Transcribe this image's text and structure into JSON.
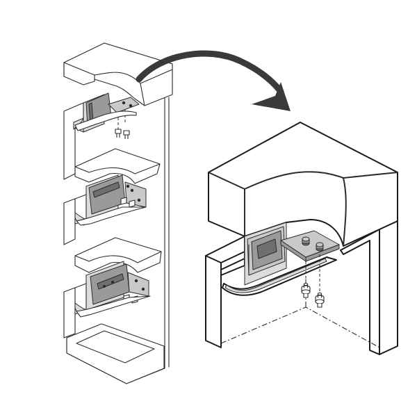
{
  "figure": {
    "left_view": "bracket-assembly-column",
    "right_view": "bracket-assembly-detail",
    "arrow": "curved-arrow",
    "colors": {
      "line": "#2b2b2b",
      "metal": "#9a9a9a",
      "metal_dark": "#6f6f6f",
      "metal_light": "#c9c9c9",
      "panel_shadow": "#dcdcdc",
      "arrow": "#3a3a3a",
      "background": "#ffffff"
    }
  }
}
